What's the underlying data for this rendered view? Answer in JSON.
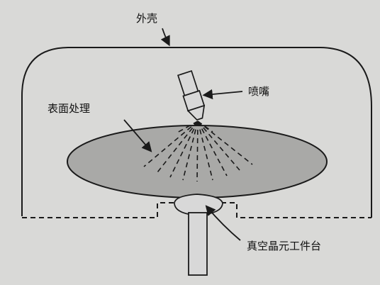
{
  "labels": {
    "housing": "外壳",
    "nozzle": "喷嘴",
    "surface_treatment": "表面处理",
    "vacuum_chuck": "真空晶元工件台"
  },
  "colors": {
    "background": "#d9d9d7",
    "line": "#1a1a1a",
    "wafer_fill": "#a9a9a7"
  }
}
